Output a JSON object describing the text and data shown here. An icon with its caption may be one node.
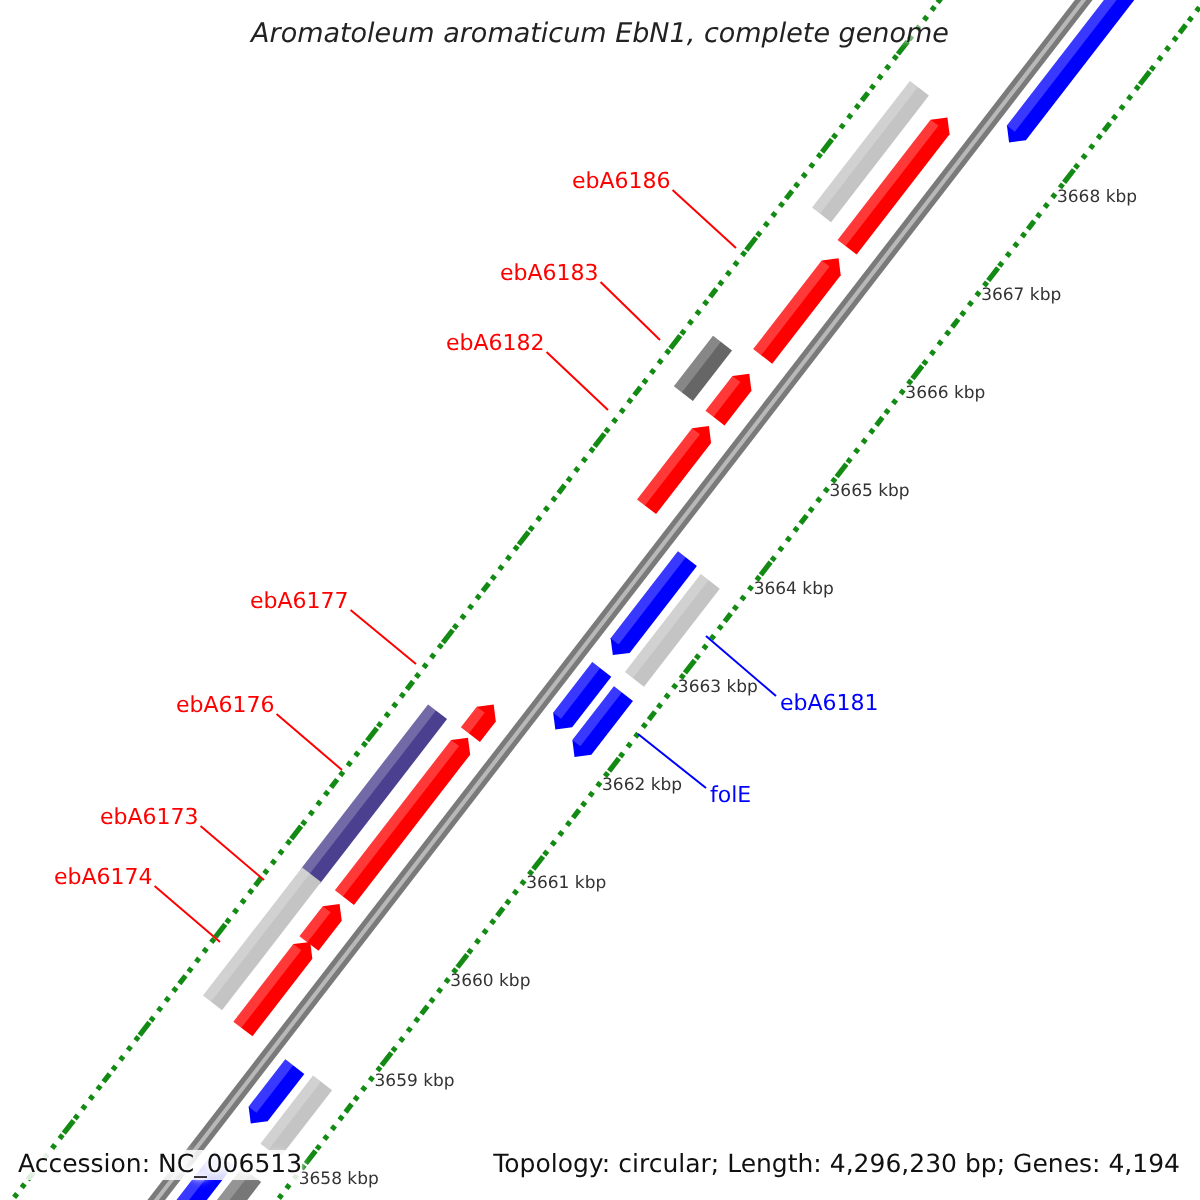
{
  "diagram": {
    "title": "Aromatoleum aromaticum EbN1, complete genome",
    "nodes": [
      {
        "text": [
          "ebA6186"
        ]
      },
      {
        "text": [
          "ebA6183"
        ]
      },
      {
        "text": [
          "ebA6182"
        ]
      },
      {
        "text": [
          "ebA6177"
        ]
      },
      {
        "text": [
          "ebA6176"
        ]
      },
      {
        "text": [
          "ebA6173"
        ]
      },
      {
        "text": [
          "ebA6174"
        ]
      },
      {
        "text": [
          "ebA6181"
        ]
      },
      {
        "text": [
          "folE"
        ]
      }
    ],
    "edges": [
      {
        "from": 0,
        "to": null,
        "arrow": "none"
      },
      {
        "from": 1,
        "to": null,
        "arrow": "none"
      },
      {
        "from": 2,
        "to": null,
        "arrow": "none"
      },
      {
        "from": 3,
        "to": null,
        "arrow": "none"
      },
      {
        "from": 4,
        "to": null,
        "arrow": "none"
      },
      {
        "from": 5,
        "to": null,
        "arrow": "none"
      },
      {
        "from": 6,
        "to": null,
        "arrow": "none"
      },
      {
        "from": 7,
        "to": null,
        "arrow": "none",
        "color": "#0000ff"
      },
      {
        "from": 8,
        "to": null,
        "arrow": "none",
        "color": "#0000ff"
      }
    ],
    "labels": [
      "3668 kbp",
      "3667 kbp",
      "3666 kbp",
      "3665 kbp",
      "3664 kbp",
      "3663 kbp",
      "3662 kbp",
      "3661 kbp",
      "3660 kbp",
      "3659 kbp",
      "3658 kbp",
      "Accession: NC_006513",
      "Topology: circular; Length: 4,296,230 bp; Genes: 4,194"
    ]
  }
}
